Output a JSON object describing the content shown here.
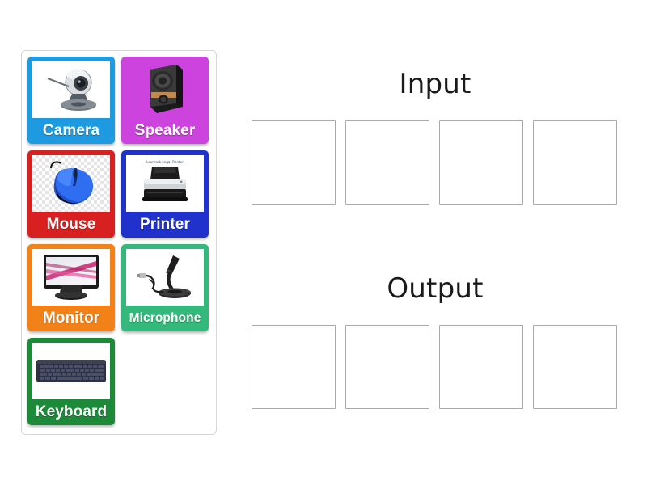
{
  "activity": {
    "type": "group-sort",
    "tray": {
      "name": "source-card-tray",
      "cards": [
        {
          "label": "Camera",
          "color": "#1e9be0",
          "image": "webcam-image",
          "image_bg": "white"
        },
        {
          "label": "Speaker",
          "color": "#cc44dd",
          "image": "speaker-image",
          "image_bg": "transparent"
        },
        {
          "label": "Mouse",
          "color": "#d82020",
          "image": "mouse-image",
          "image_bg": "checker"
        },
        {
          "label": "Printer",
          "color": "#2031cc",
          "image": "printer-image",
          "image_bg": "white"
        },
        {
          "label": "Monitor",
          "color": "#f28118",
          "image": "monitor-image",
          "image_bg": "white"
        },
        {
          "label": "Microphone",
          "color": "#35b87b",
          "image": "microphone-image",
          "image_bg": "white"
        },
        {
          "label": "Keyboard",
          "color": "#1d8a3a",
          "image": "keyboard-image",
          "image_bg": "white"
        }
      ]
    },
    "categories": [
      {
        "title": "Input",
        "slots": [
          "",
          "",
          "",
          ""
        ]
      },
      {
        "title": "Output",
        "slots": [
          "",
          "",
          "",
          ""
        ]
      }
    ]
  },
  "colors": {
    "page_background": "#ffffff",
    "tray_border": "#d6d6d6",
    "slot_border": "#a9a9a9",
    "title_text": "#1a1a1a",
    "card_label_text": "#ffffff"
  }
}
